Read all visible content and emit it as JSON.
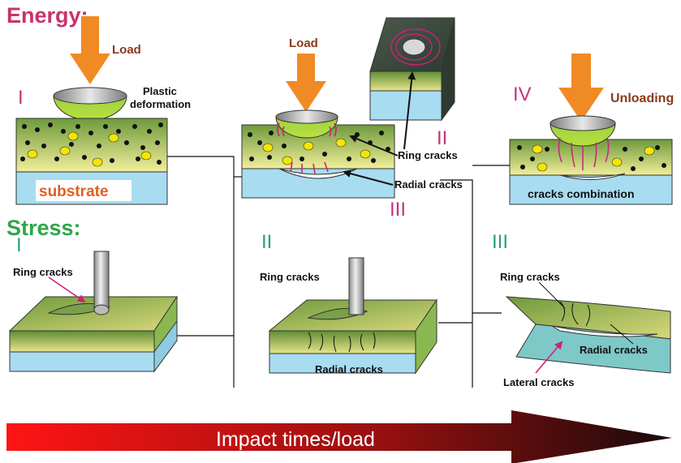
{
  "headings": {
    "energy": "Energy:",
    "stress": "Stress:"
  },
  "roman": {
    "i": "I",
    "ii": "II",
    "iii": "III",
    "iv": "IV"
  },
  "labels": {
    "load": "Load",
    "plastic_1": "Plastic",
    "plastic_2": "deformation",
    "substrate": "substrate",
    "ring_cracks": "Ring cracks",
    "radial_cracks": "Radial cracks",
    "lateral_cracks": "Lateral cracks",
    "unloading": "Unloading",
    "cracks_combination": "cracks combination"
  },
  "axis": {
    "label": "Impact times/load"
  },
  "colors": {
    "energy": "#c8326e",
    "stress": "#2ea64a",
    "roman": "#c8327a",
    "stress_roman": "#2aa07a",
    "load_text": "#8b3a1a",
    "arrow": "#f08a24",
    "substrate_text": "#e06020",
    "coating_top": "#6e9a3c",
    "coating_bottom": "#f2ee9a",
    "substrate_fill": "#a8dcf0",
    "crack": "#d0207a"
  }
}
